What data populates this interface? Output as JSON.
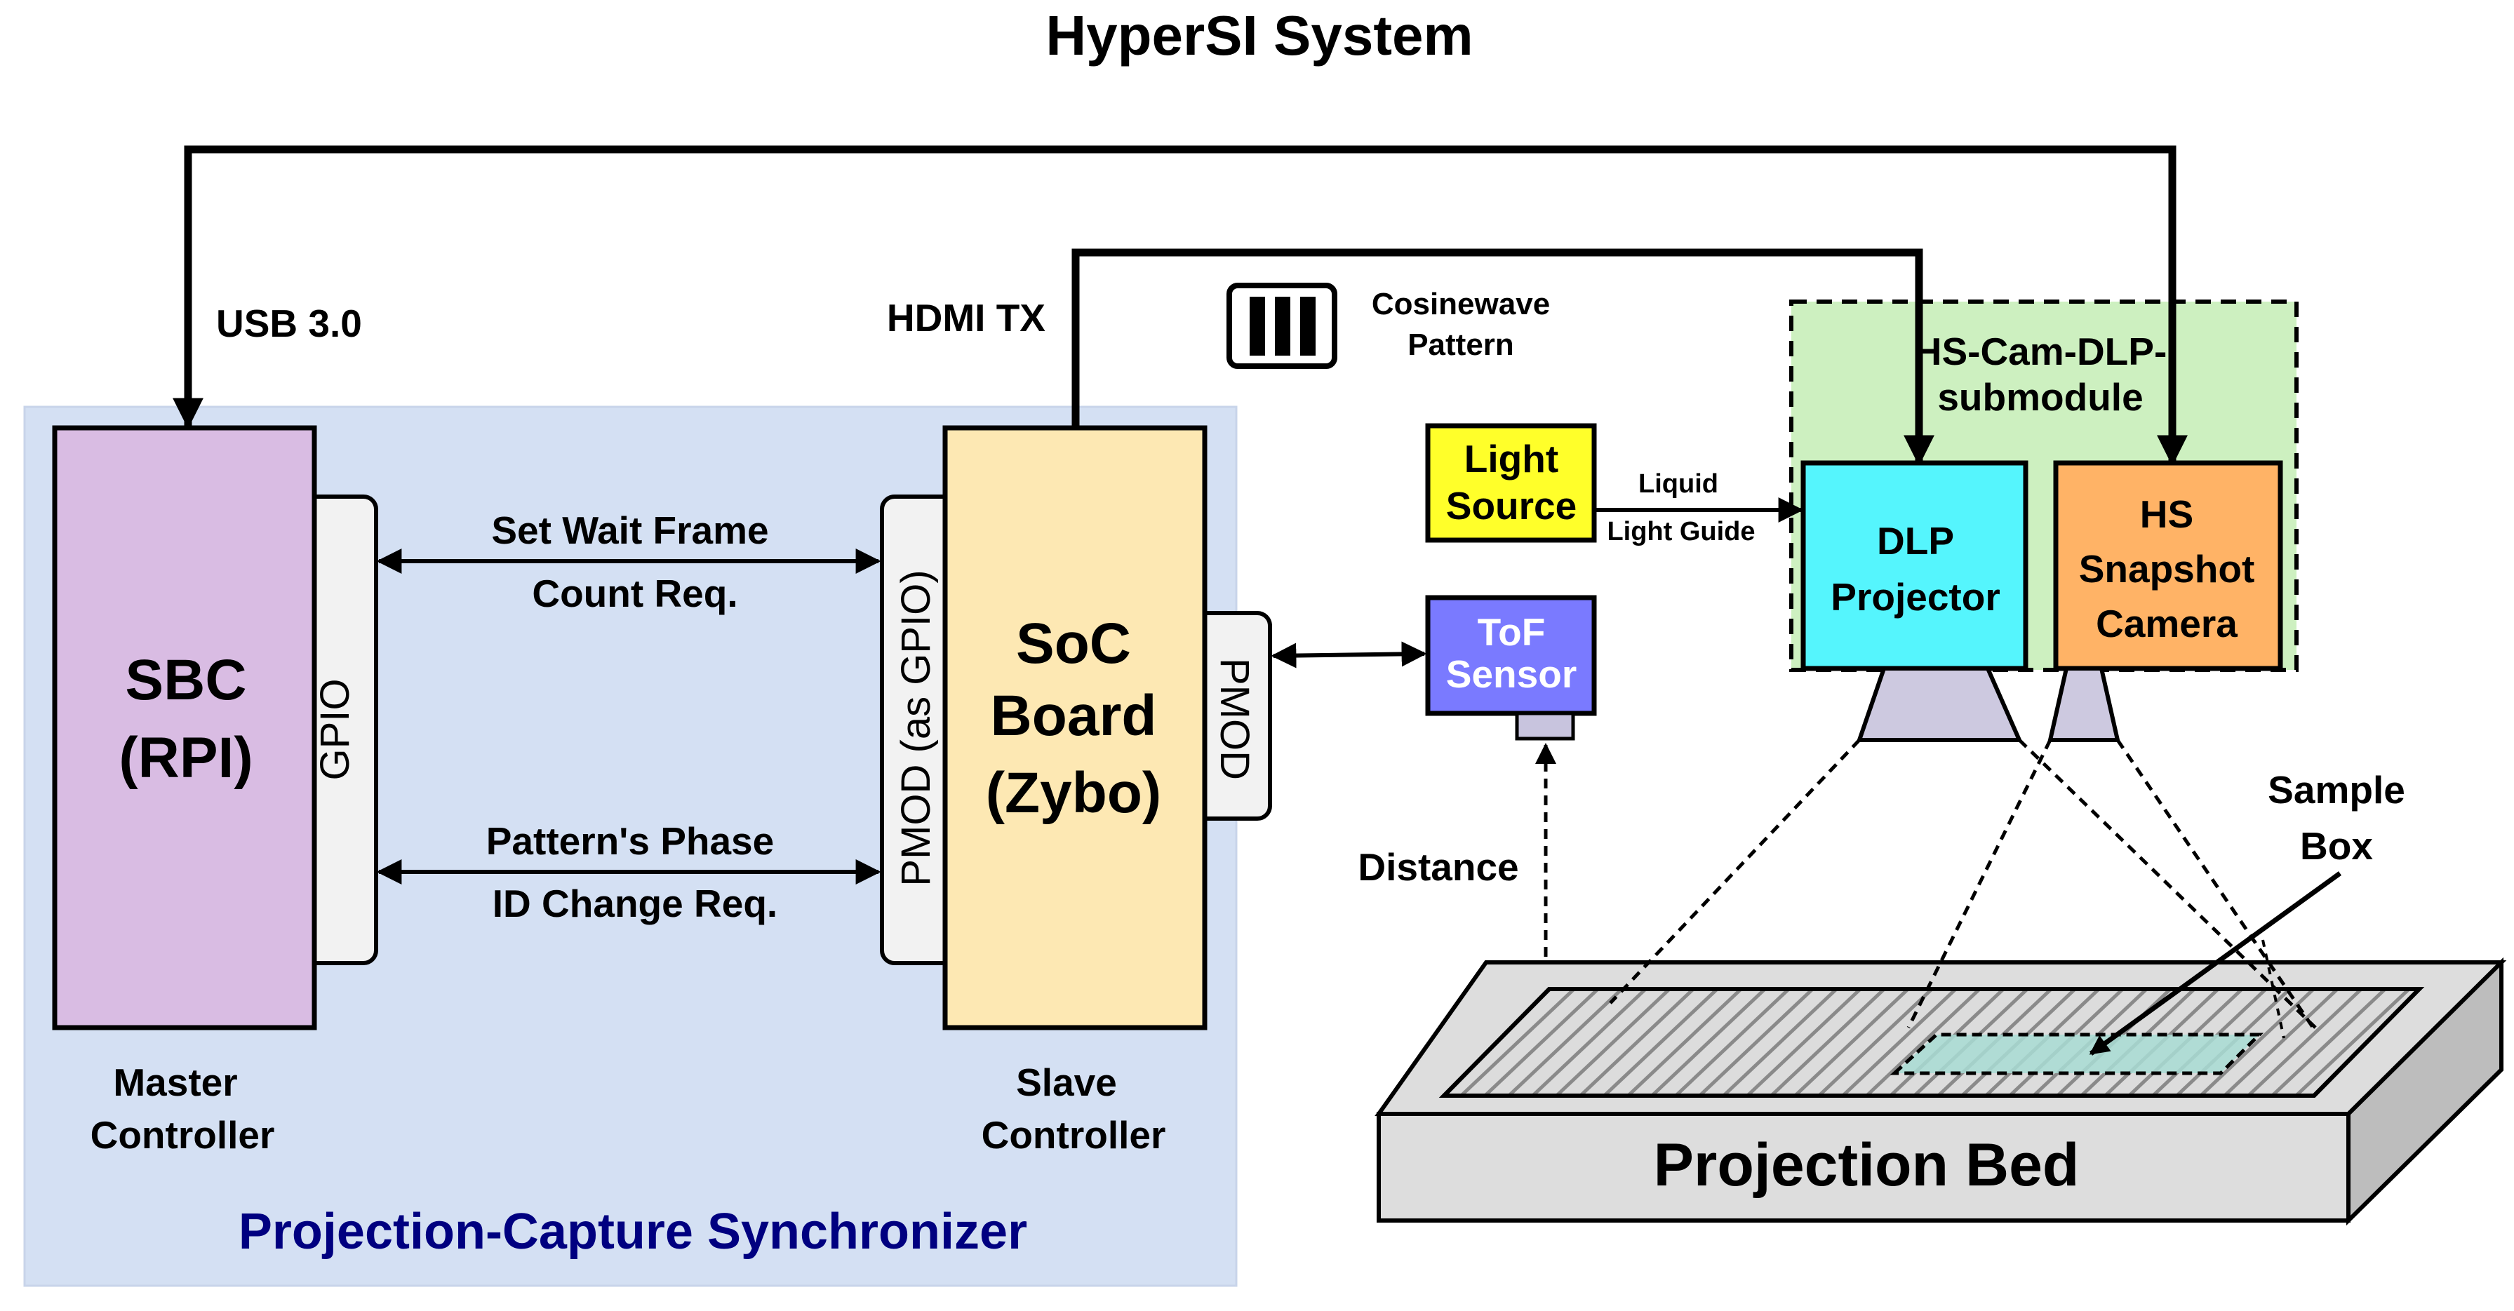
{
  "title": "HyperSI System",
  "links": {
    "usb": "USB 3.0",
    "hdmi": "HDMI TX",
    "wait_frame_1": "Set Wait Frame",
    "wait_frame_2": "Count Req.",
    "phase_1": "Pattern's Phase",
    "phase_2": "ID Change Req.",
    "liquid_1": "Liquid",
    "liquid_2": "Light Guide",
    "distance": "Distance"
  },
  "synchronizer": {
    "label": "Projection-Capture Synchronizer",
    "fill": "#d4e0f3",
    "sbc": {
      "line1": "SBC",
      "line2": "(RPI)",
      "port": "GPIO",
      "fill": "#d9bce3",
      "caption1": "Master",
      "caption2": "Controller"
    },
    "soc": {
      "line1": "SoC",
      "line2": "Board",
      "line3": "(Zybo)",
      "left_port": "PMOD (as GPIO)",
      "right_port": "PMOD",
      "fill": "#fde8b3",
      "caption1": "Slave",
      "caption2": "Controller"
    }
  },
  "pattern": {
    "line1": "Cosinewave",
    "line2": "Pattern",
    "icon": "stripe-pattern-icon"
  },
  "light_source": {
    "line1": "Light",
    "line2": "Source",
    "fill": "#ffff2a"
  },
  "tof": {
    "line1": "ToF",
    "line2": "Sensor",
    "fill": "#7a7aff"
  },
  "submodule": {
    "line1": "HS-Cam-DLP-",
    "line2": "submodule",
    "fill": "#cdf0c0",
    "dlp": {
      "line1": "DLP",
      "line2": "Projector",
      "fill": "#55f5fd"
    },
    "camera": {
      "line1": "HS",
      "line2": "Snapshot",
      "line3": "Camera",
      "fill": "#ffb366"
    }
  },
  "bed": {
    "label": "Projection Bed",
    "sample_1": "Sample",
    "sample_2": "Box",
    "fill": "#dddddd",
    "sample_fill": "#a8dcd4"
  }
}
